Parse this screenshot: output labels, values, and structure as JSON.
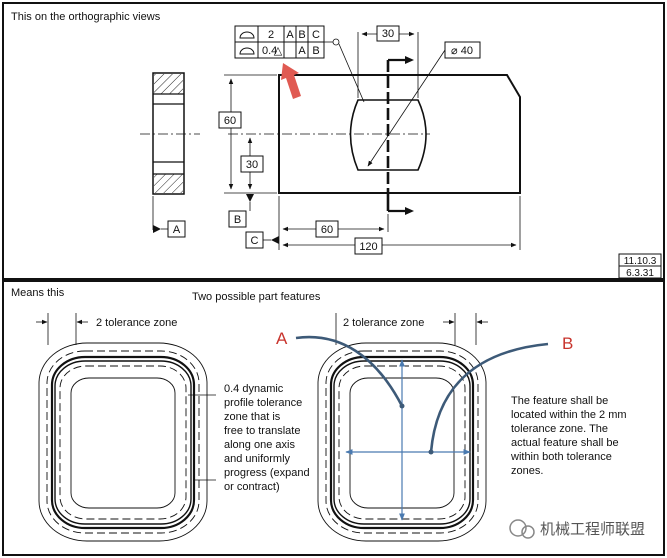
{
  "top_panel": {
    "caption": "This on the orthographic views",
    "fcf_row1": {
      "tolerance": "2",
      "datums": [
        "A",
        "B",
        "C"
      ]
    },
    "fcf_row2": {
      "tolerance": "0.4",
      "modifier": "△",
      "datums": [
        "A",
        "B"
      ]
    },
    "dims": {
      "top_width": "30",
      "hole_dia": "⌀ 40",
      "height": "60",
      "hole_height": "30",
      "hole_pos": "60",
      "length": "120"
    },
    "datum_a": "A",
    "datum_b": "B",
    "datum_c": "C",
    "ref_1": "11.10.3",
    "ref_2": "6.3.31"
  },
  "bottom_panel": {
    "caption": "Means this",
    "subtitle": "Two possible part features",
    "tz_label_left": "2 tolerance zone",
    "tz_label_right": "2 tolerance zone",
    "note_lines": [
      "0.4 dynamic",
      "profile tolerance",
      "zone that is",
      "free to translate",
      "along one axis",
      "and uniformly",
      "progress (expand",
      "or contract)"
    ],
    "label_a": "A",
    "label_b": "B",
    "explain_lines": [
      "The feature shall be",
      "located within the 2 mm",
      "tolerance zone. The",
      "actual feature shall be",
      "within both tolerance",
      "zones."
    ],
    "watermark": "机械工程师联盟"
  },
  "colors": {
    "accent_red": "#c8342d",
    "leader_blue": "#3d5a78",
    "arrow_red": "#e05a52"
  }
}
